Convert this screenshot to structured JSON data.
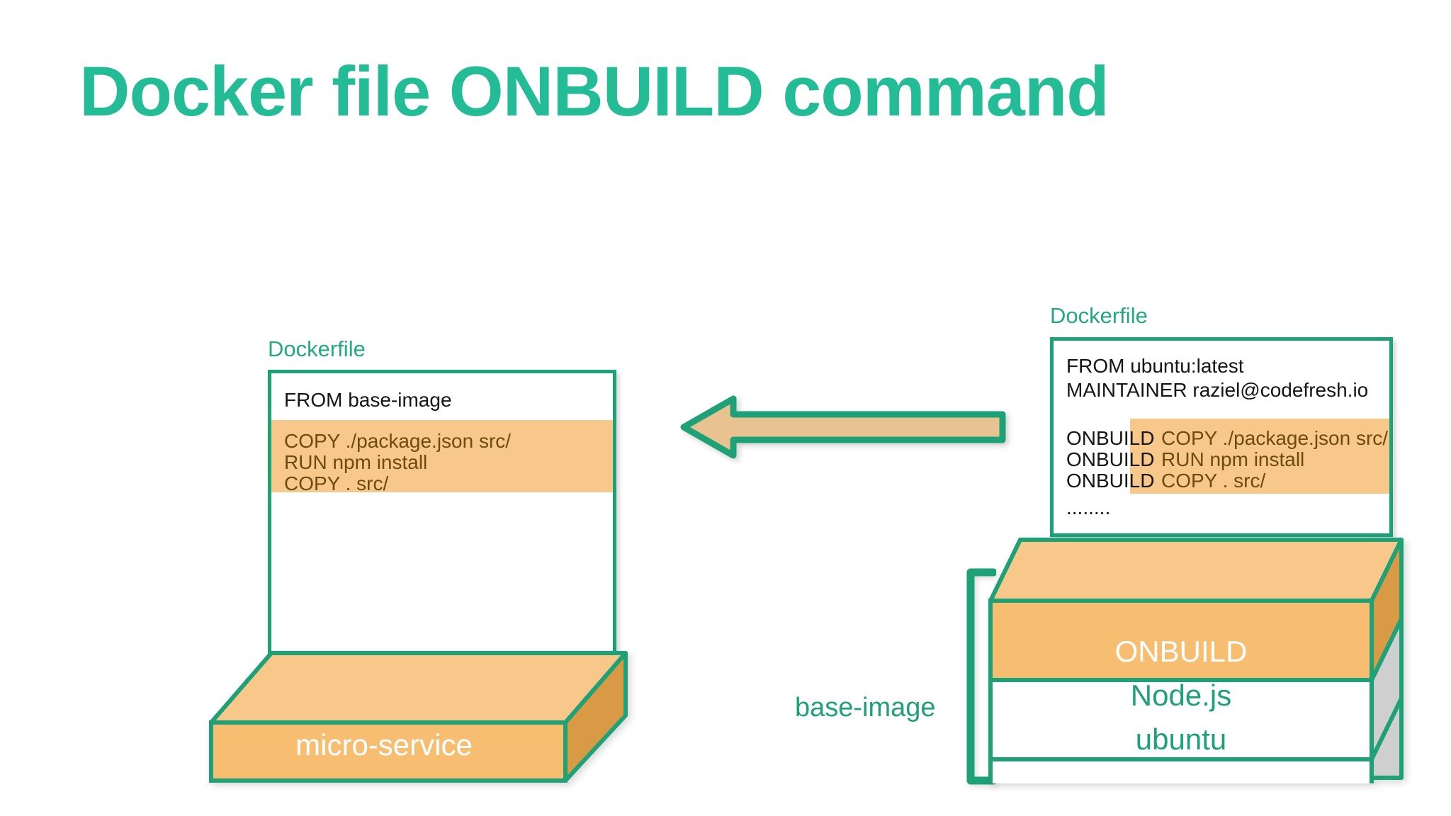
{
  "slide": {
    "title": "Docker file ONBUILD command",
    "title_color": "#23BC97",
    "background": "#ffffff"
  },
  "colors": {
    "green": "#1FA177",
    "green_bright": "#23BC97",
    "orange_fill": "#F7BE71",
    "orange_light": "#F8C88A",
    "orange_dark": "#D99A45",
    "gray_side": "#CFCFCF",
    "arrow_fill": "#E8C291",
    "code_text": "#151515",
    "orange_code_text": "#6E4A11"
  },
  "left_panel": {
    "caption": "Dockerfile",
    "lines": [
      {
        "text": "FROM base-image",
        "highlighted": false
      }
    ],
    "highlighted_lines": [
      "COPY ./package.json src/",
      "RUN npm install",
      "COPY . src/"
    ]
  },
  "right_panel": {
    "caption": "Dockerfile",
    "lines": [
      "FROM ubuntu:latest",
      "MAINTAINER raziel@codefresh.io"
    ],
    "onbuild_prefix": "ONBUILD",
    "onbuild_commands": [
      "COPY ./package.json src/",
      "RUN npm install",
      "COPY . src/"
    ],
    "ellipsis": "........"
  },
  "arrow": {
    "name": "left-pointing-arrow",
    "direction": "left",
    "fill": "#E8C291",
    "stroke": "#1FA177"
  },
  "left_stack": {
    "layers": [
      {
        "label": "micro-service",
        "fill": "#F7BE71",
        "text_color": "#ffffff"
      }
    ]
  },
  "right_stack": {
    "bracket_label": "base-image",
    "layers": [
      {
        "label": "ONBUILD",
        "fill": "#F7BE71",
        "text_color": "#ffffff"
      },
      {
        "label": "Node.js",
        "fill": "#ffffff",
        "text_color": "#1FA177"
      },
      {
        "label": "ubuntu",
        "fill": "#ffffff",
        "text_color": "#1FA177"
      }
    ]
  }
}
